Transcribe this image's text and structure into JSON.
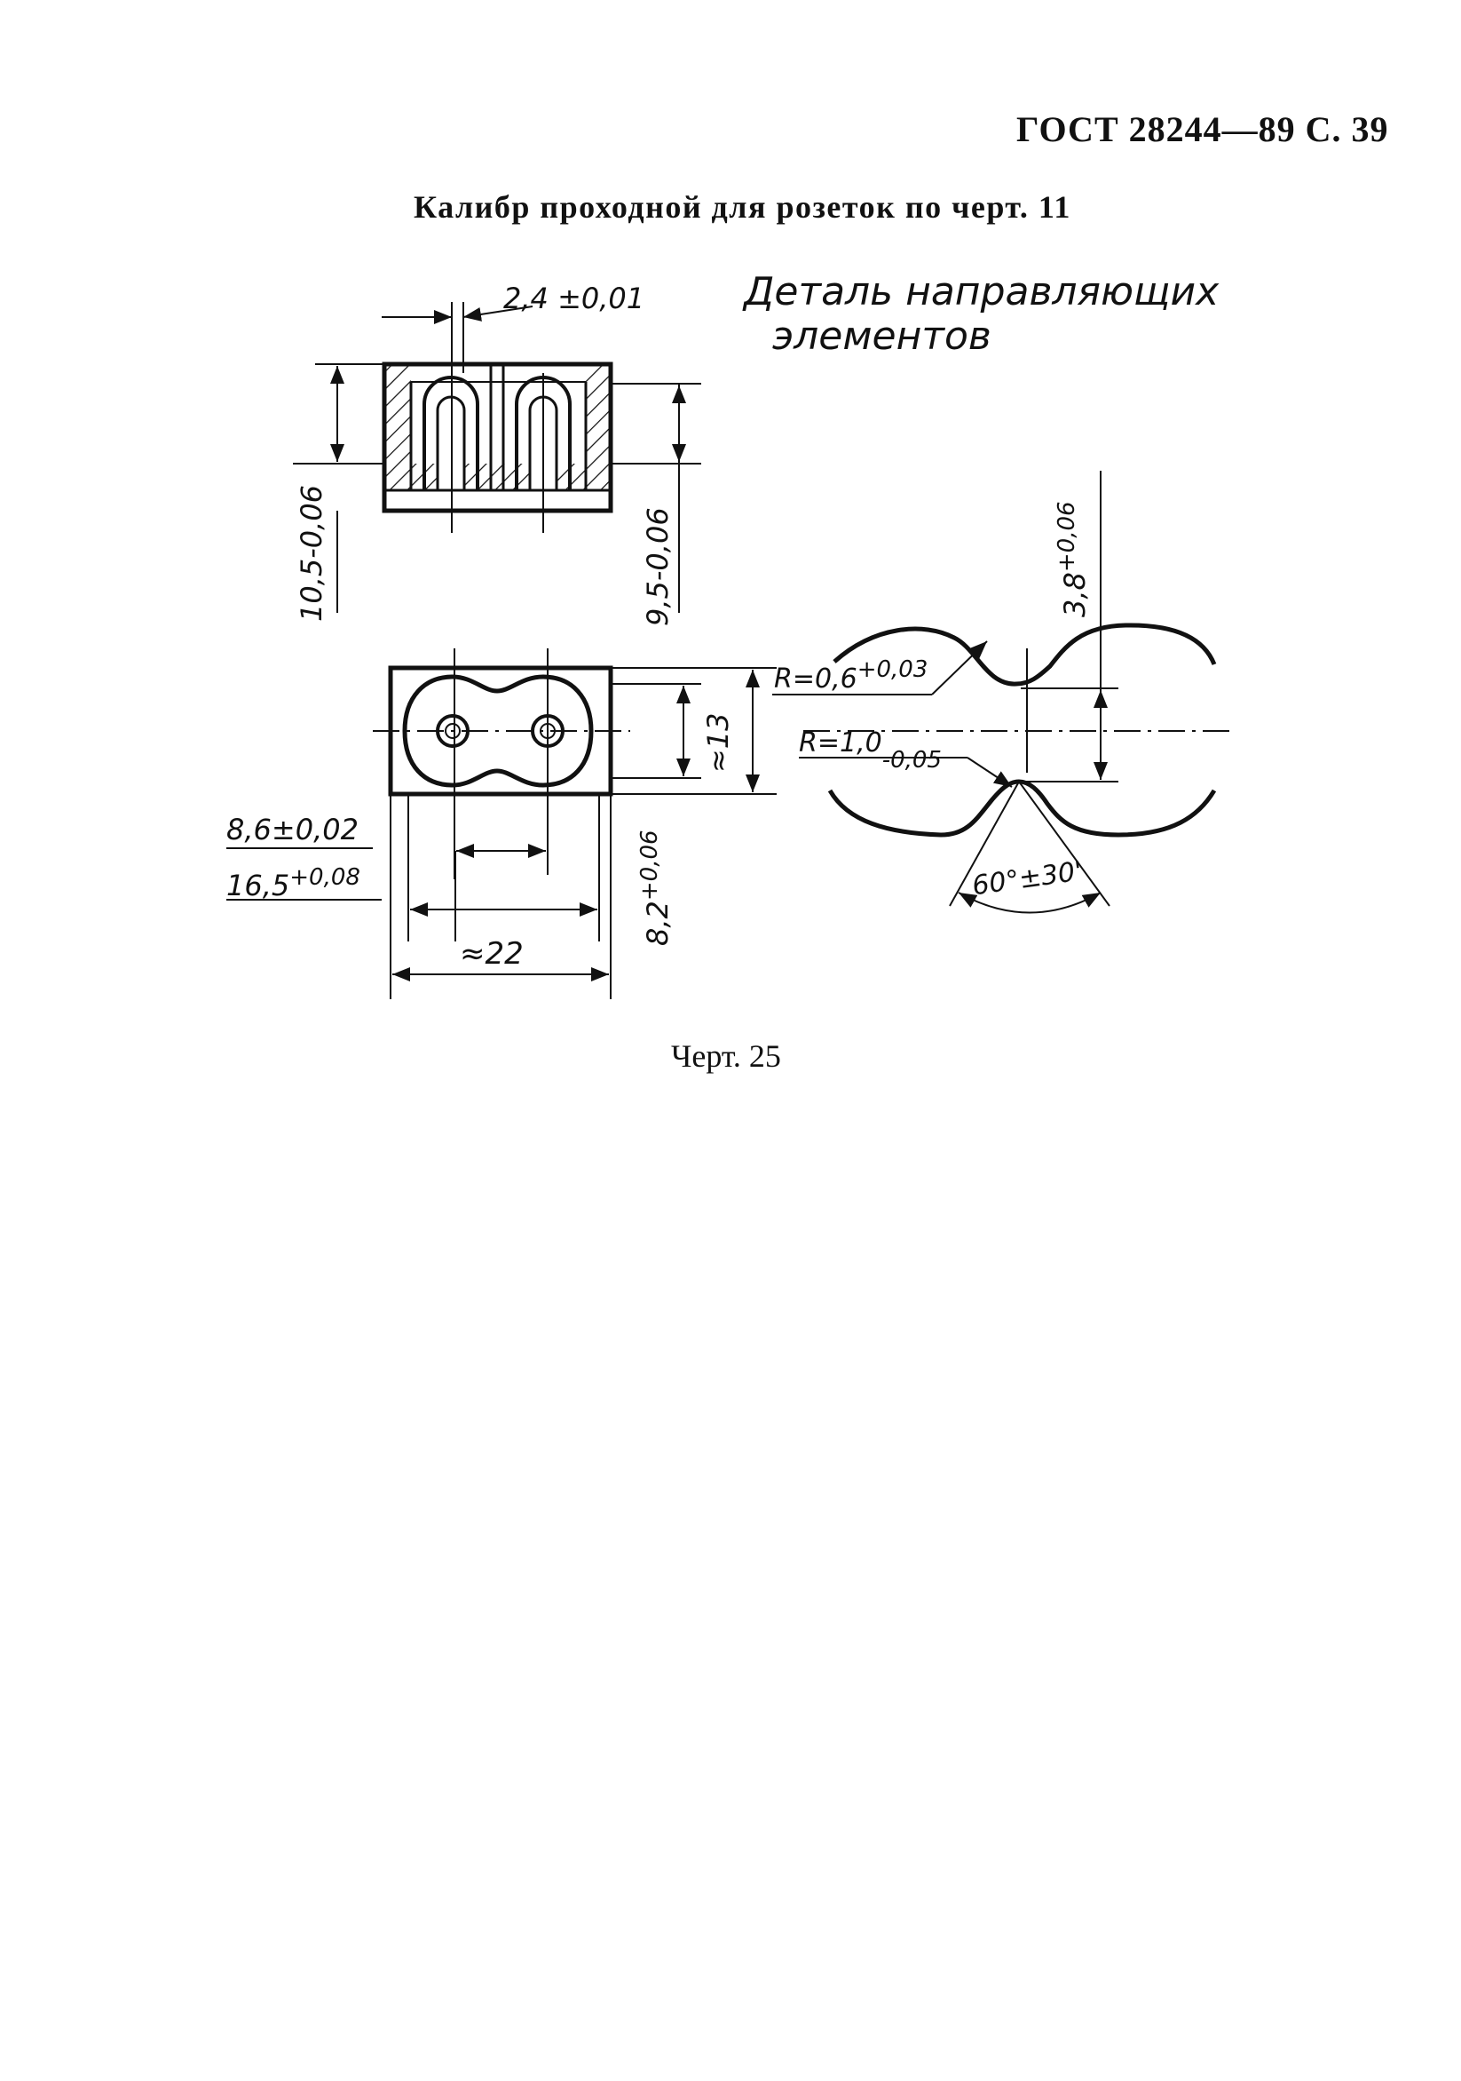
{
  "header": {
    "text": "ГОСТ 28244—89 С. 39"
  },
  "title": "Калибр проходной для розеток по черт. 11",
  "drawing": {
    "detail_label_line1": "Деталь направляющих",
    "detail_label_line2": "элементов",
    "dims": {
      "slot_width": "2,4 ±0,01",
      "height_total": "10,5-0,06",
      "height_inner": "9,5-0,06",
      "approx_13": "≈13",
      "pitch": "8,6±0,02",
      "width_16_5_base": "16,5",
      "width_16_5_tol": "+0,08",
      "width_8_2_base": "8,2",
      "width_8_2_tol": "+0,06",
      "approx_22": "≈22",
      "depth_3_8_base": "3,8",
      "depth_3_8_tol": "+0,06",
      "radius_small_base": "R=0,6",
      "radius_small_tol": "+0,03",
      "radius_large_base": "R=1,0",
      "radius_large_tol": "-0,05",
      "angle": "60°±30'"
    }
  },
  "caption": "Черт. 25"
}
